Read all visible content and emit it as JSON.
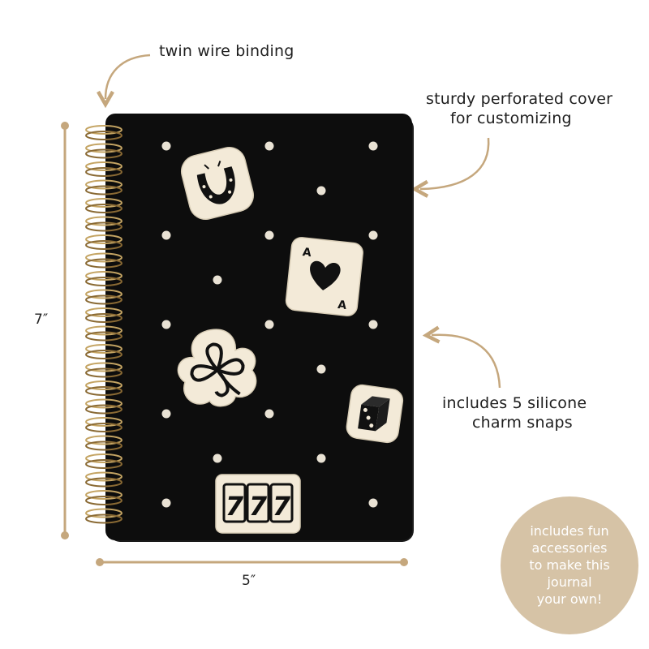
{
  "annotations": {
    "binding": "twin wire binding",
    "cover_line1": "sturdy perforated cover",
    "cover_line2": "for customizing",
    "charms_line1": "includes 5 silicone",
    "charms_line2": "charm snaps",
    "height": "7″",
    "width": "5″"
  },
  "badge": {
    "lines": [
      "includes fun",
      "accessories",
      "to make this",
      "journal",
      "your own!"
    ]
  },
  "colors": {
    "cover": "#0d0d0d",
    "charm": "#f3ead8",
    "arrow": "#c5a77d",
    "badge": "#d6c3a6",
    "wire": "#b08d4e"
  },
  "charm_icons": [
    "horseshoe-icon",
    "ace-card-icon",
    "clover-icon",
    "dice-icon",
    "triple-seven-icon"
  ],
  "charm_text": {
    "ace_top": "A",
    "ace_bottom": "A",
    "sevens": [
      "7",
      "7",
      "7"
    ]
  }
}
